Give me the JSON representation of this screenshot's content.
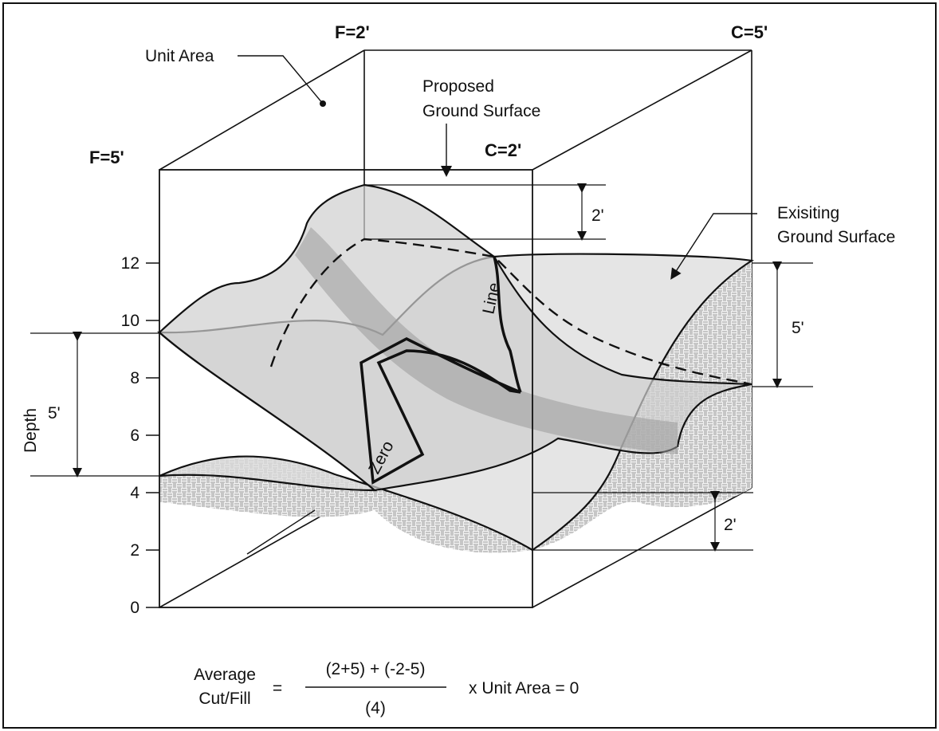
{
  "corner_labels": {
    "front_left": "F=5'",
    "back_left": "F=2'",
    "front_right": "C=2'",
    "back_right": "C=5'"
  },
  "labels": {
    "unit_area": "Unit Area",
    "proposed_line1": "Proposed",
    "proposed_line2": "Ground Surface",
    "existing_line1": "Exisiting",
    "existing_line2": "Ground Surface",
    "zero": "Zero",
    "line": "Line"
  },
  "axis": {
    "title": "Depth",
    "ticks": [
      "0",
      "2",
      "4",
      "6",
      "8",
      "10",
      "12"
    ]
  },
  "dimensions": {
    "top_right": "2'",
    "right": "5'",
    "left": "5'",
    "bottom_right": "2'"
  },
  "formula": {
    "lhs_line1": "Average",
    "lhs_line2": "Cut/Fill",
    "equals": "=",
    "numerator": "(2+5) + (-2-5)",
    "denominator": "(4)",
    "rhs": "x Unit Area = 0"
  }
}
